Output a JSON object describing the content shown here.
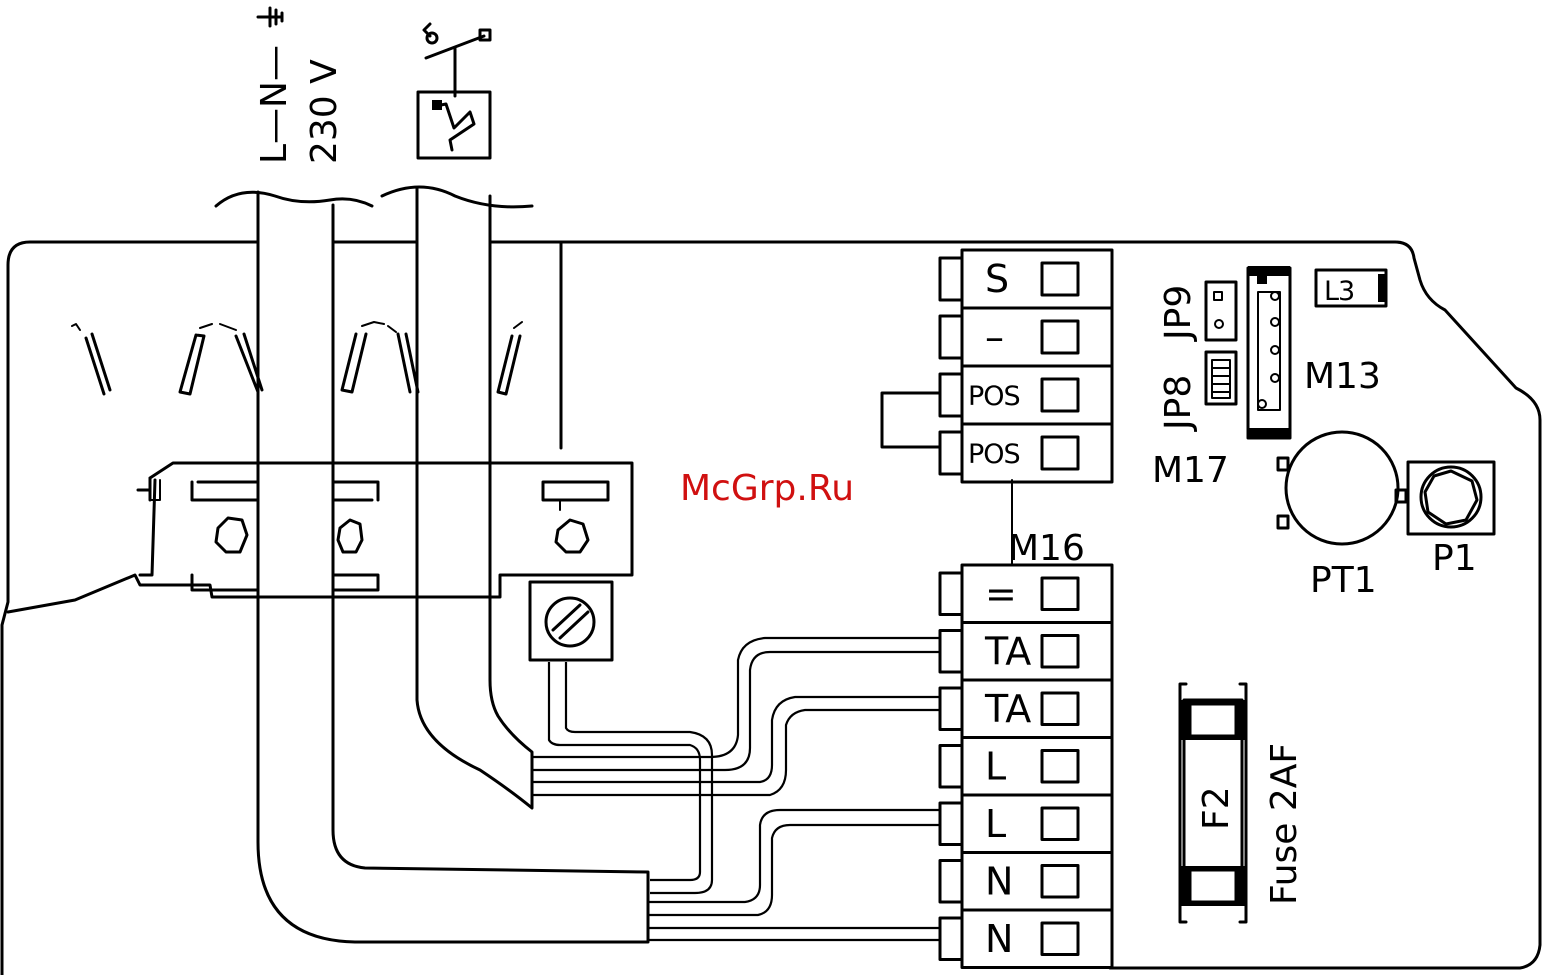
{
  "supply": {
    "line_label": "L—N—",
    "voltage_label": "230 V"
  },
  "terminal_block_top": {
    "label": "M16",
    "terminals": [
      "S",
      "–",
      "POS",
      "POS"
    ]
  },
  "terminal_block_bottom": {
    "terminals": [
      "=",
      "TA",
      "TA",
      "L",
      "L",
      "N",
      "N"
    ]
  },
  "jumpers": {
    "jp8": "JP8",
    "jp9": "JP9"
  },
  "connectors": {
    "m13": "M13",
    "m17": "M17"
  },
  "led": {
    "label": "L3"
  },
  "components": {
    "pt1": "PT1",
    "p1": "P1"
  },
  "fuse": {
    "designator": "F2",
    "rating": "Fuse 2AF"
  },
  "watermark": "McGrp.Ru"
}
